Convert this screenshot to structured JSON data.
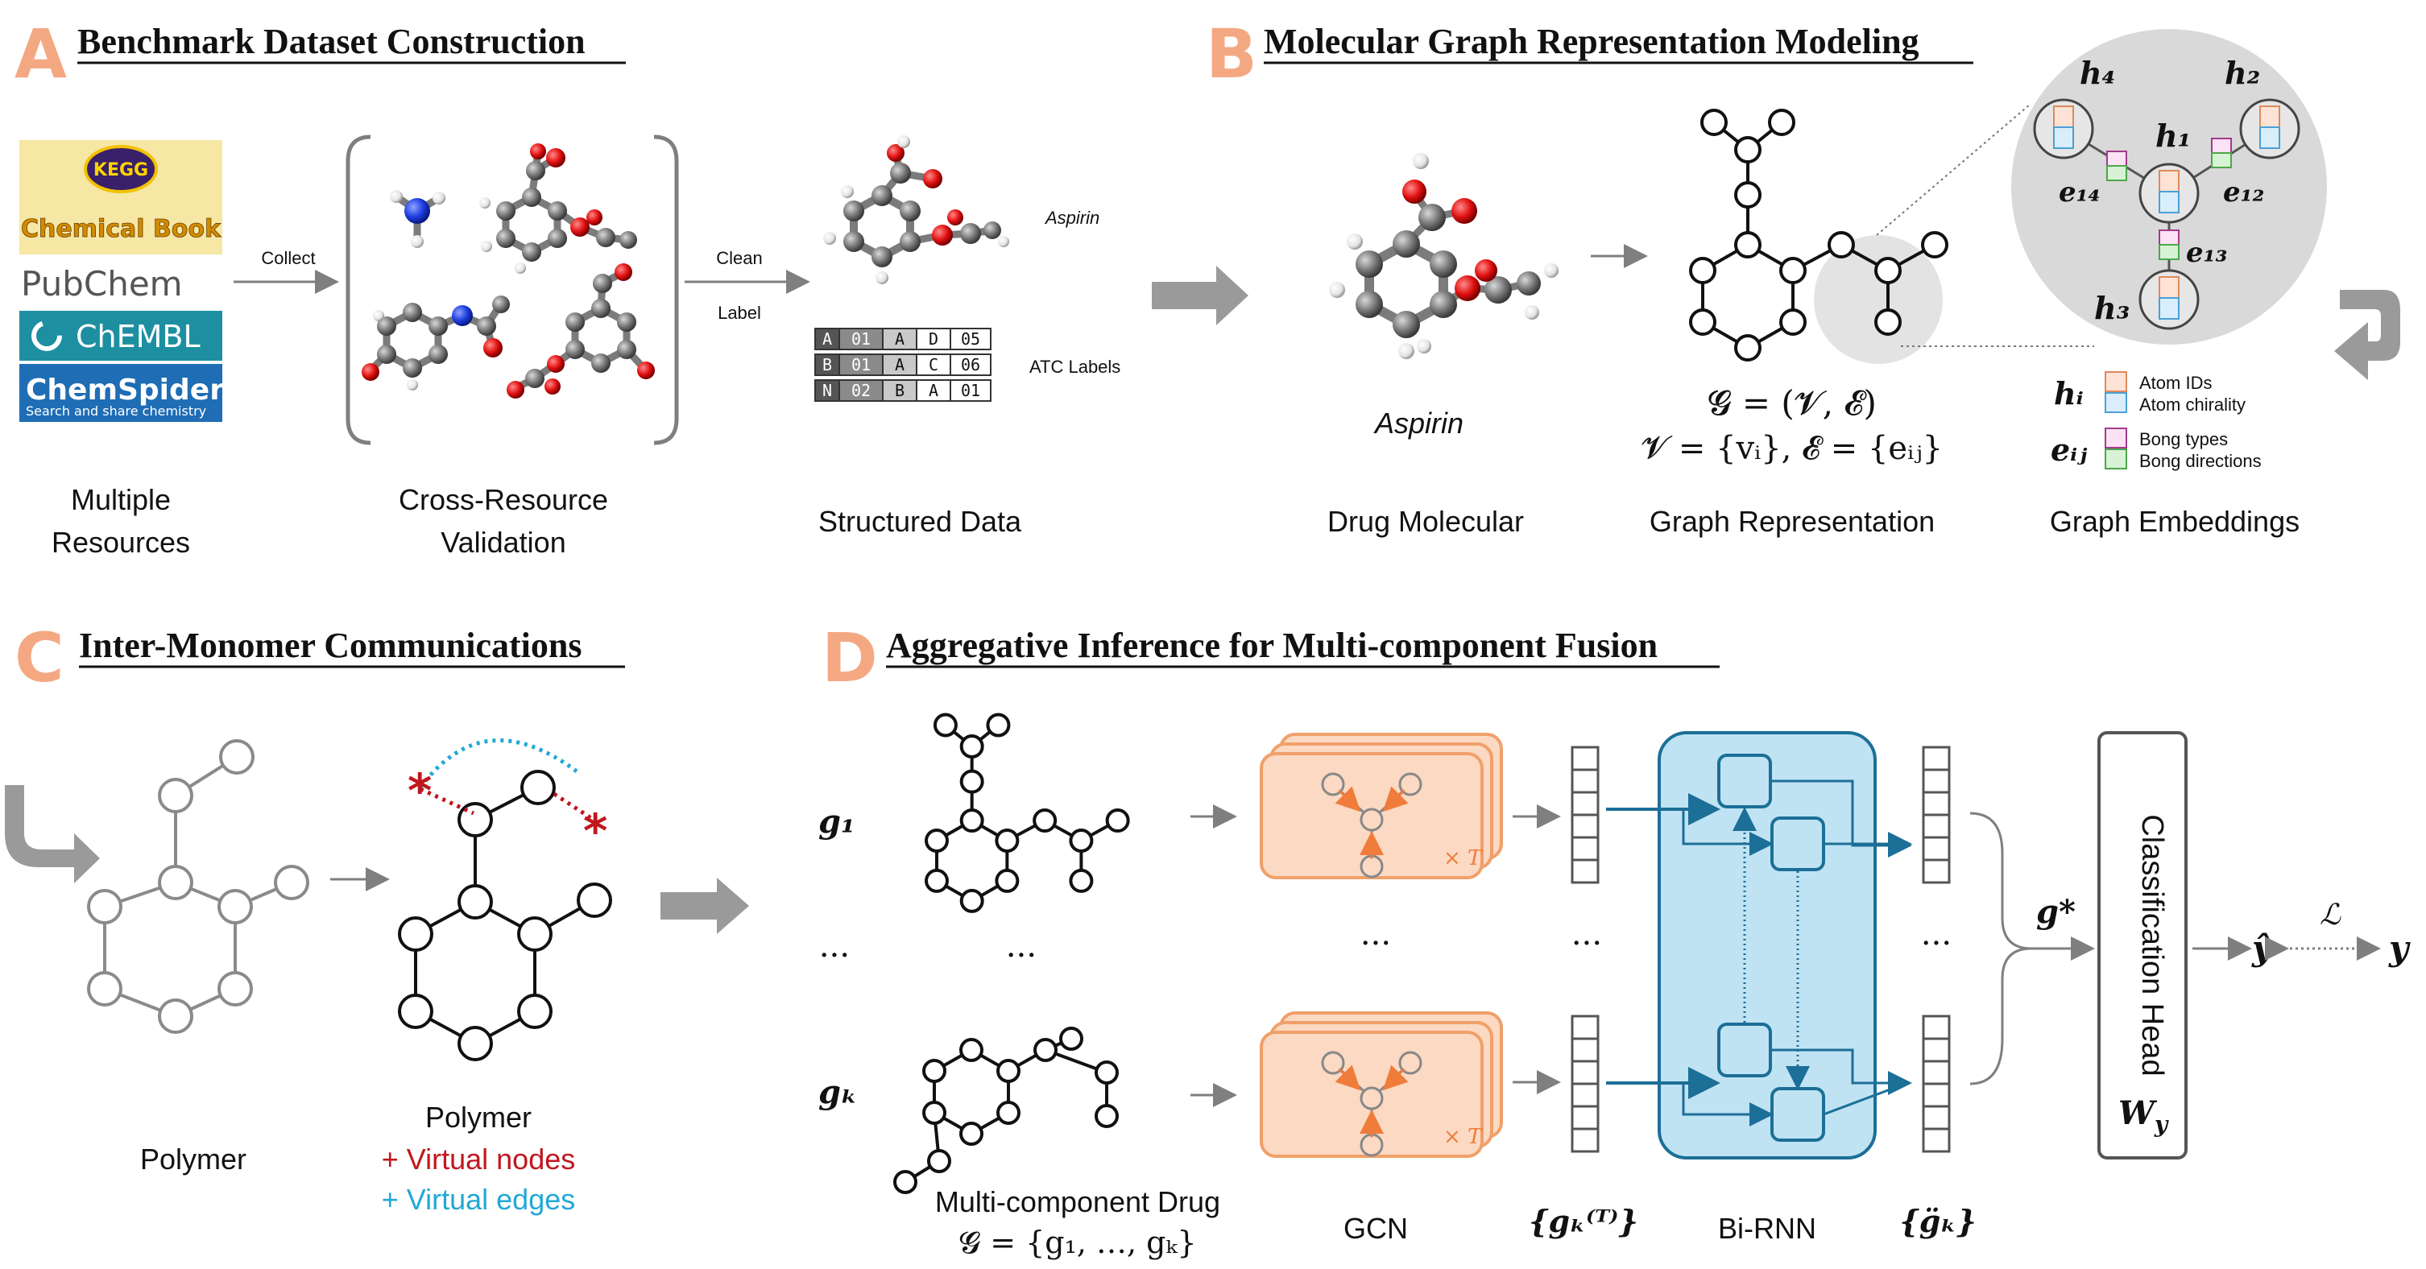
{
  "panels": {
    "a": {
      "letter": "A",
      "title": "Benchmark Dataset Construction"
    },
    "b": {
      "letter": "B",
      "title": "Molecular Graph Representation Modeling"
    },
    "c": {
      "letter": "C",
      "title": "Inter-Monomer Communications"
    },
    "d": {
      "letter": "D",
      "title": "Aggregative Inference for Multi-component Fusion"
    }
  },
  "panel_a": {
    "logos": {
      "kegg": "KEGG",
      "chemicalbook": "Chemical Book",
      "pubchem": "PubChem",
      "chembl": "ChEMBL",
      "chemspider": "ChemSpider",
      "chemspider_tagline": "Search and share chemistry"
    },
    "collect": "Collect",
    "clean": "Clean",
    "label": "Label",
    "aspirin": "Aspirin",
    "atc_labels": "ATC Labels",
    "atc_rows": [
      [
        "A",
        "01",
        "A",
        "D",
        "05"
      ],
      [
        "B",
        "01",
        "A",
        "C",
        "06"
      ],
      [
        "N",
        "02",
        "B",
        "A",
        "01"
      ]
    ],
    "cap_resources_1": "Multiple",
    "cap_resources_2": "Resources",
    "cap_validation_1": "Cross-Resource",
    "cap_validation_2": "Validation",
    "cap_structured": "Structured Data"
  },
  "panel_b": {
    "aspirin": "Aspirin",
    "cap_drug": "Drug Molecular",
    "cap_graph": "Graph Representation",
    "cap_embed": "Graph Embeddings",
    "eq1": "𝓖 = (𝓥, 𝓔)",
    "eq2": "𝓥 = {vᵢ}, 𝓔 = {eᵢⱼ}",
    "h1": "h₁",
    "h2": "h₂",
    "h3": "h₃",
    "h4": "h₄",
    "e12": "e₁₂",
    "e13": "e₁₃",
    "e14": "e₁₄",
    "hi": "hᵢ",
    "eij": "eᵢⱼ",
    "atom_ids": "Atom IDs",
    "atom_chirality": "Atom chirality",
    "bond_types": "Bong types",
    "bond_directions": "Bong directions"
  },
  "panel_c": {
    "polymer_1": "Polymer",
    "polymer_2": "Polymer",
    "virtual_nodes": "+ Virtual nodes",
    "virtual_edges": "+ Virtual edges",
    "star": "*"
  },
  "panel_d": {
    "g1": "g₁",
    "gk": "gₖ",
    "dots": "···",
    "times_t": "× T",
    "cap_drug_1": "Multi-component Drug",
    "cap_drug_2": "𝓖 = {g₁, …, gₖ}",
    "cap_gcn": "GCN",
    "cap_gkT": "{gₖ⁽ᵀ⁾}",
    "cap_birnn": "Bi-RNN",
    "cap_gdd": "{g̈ₖ}",
    "g_star": "g*",
    "head": "Classification Head",
    "wy": "W",
    "wy_sub": "y",
    "yhat": "ŷ",
    "y": "y",
    "loss": "ℒ"
  },
  "colors": {
    "panel_letter": "#f4a882",
    "orange": "#f0a06a",
    "orange_fill": "#fbd9c2",
    "blue": "#1c6f97",
    "blue_fill": "#bfe3f3",
    "red": "#c0171d",
    "cyan": "#22a8d6",
    "chembl_teal": "#1d8fa1",
    "chemspider_blue": "#1e6db5",
    "pubchem_blue": "#3b6ea5"
  }
}
